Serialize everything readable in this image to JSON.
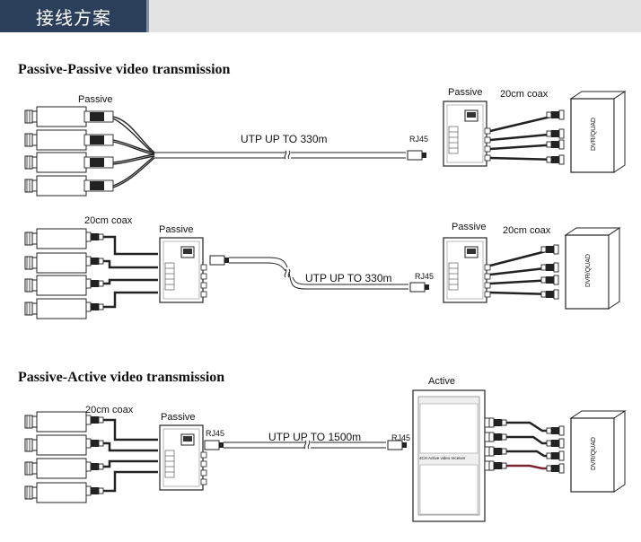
{
  "header": {
    "title": "接线方案"
  },
  "sections": [
    {
      "title": "Passive-Passive video transmission",
      "labels": {
        "left_device": "Passive",
        "right_device": "Passive",
        "coax": "20cm coax",
        "cable": "UTP UP TO 330m",
        "rj45": "RJ45",
        "monitor": "DVR/QUAD"
      }
    },
    {
      "labels": {
        "coax_left": "20cm coax",
        "left_device": "Passive",
        "right_device": "Passive",
        "coax_right": "20cm coax",
        "cable": "UTP UP TO 330m",
        "rj45": "RJ45",
        "monitor": "DVR/QUAD"
      }
    },
    {
      "title": "Passive-Active video transmission",
      "labels": {
        "coax_left": "20cm coax",
        "left_device": "Passive",
        "rj45_left": "RJ45",
        "cable": "UTP UP TO 1500m",
        "rj45_right": "RJ45",
        "right_device": "Active",
        "active_panel": "4CH Active video receiver",
        "monitor": "DVR/QUAD"
      }
    }
  ]
}
